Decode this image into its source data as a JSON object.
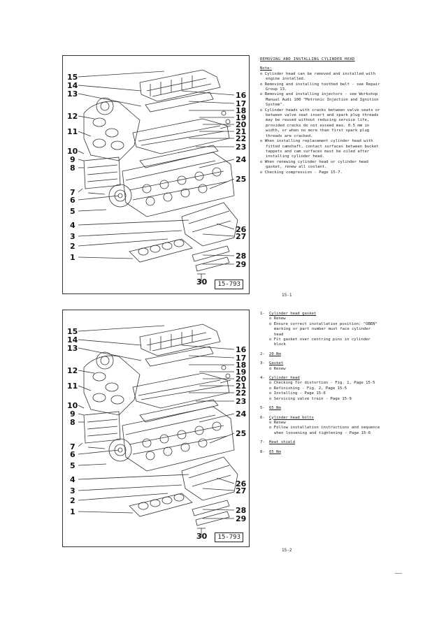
{
  "page1": {
    "diagram_tag": "15-793",
    "callouts_left": [
      "15",
      "14",
      "13",
      "12",
      "11",
      "10",
      "9",
      "8",
      "7",
      "6",
      "5",
      "4",
      "3",
      "2",
      "1"
    ],
    "callouts_right": [
      "16",
      "17",
      "18",
      "19",
      "20",
      "21",
      "22",
      "23",
      "24",
      "25",
      "26",
      "27",
      "28",
      "29"
    ],
    "callout_bottom": "30",
    "title": "REMOVING AND INSTALLING CYLINDER HEAD",
    "note_heading": "Note:",
    "notes": [
      "o Cylinder head can be removed and installed with engine installed.",
      "o Removing and installing toothed belt - see Repair Group 13.",
      "o Removing and installing injectors - see Workshop Manual Audi 100 \"Motronic Injection and Ignition System\".",
      "o Cylinder heads with cracks between valve seats or between valve seat insert and spark plug threads may be reused without reducing service life, provided cracks do not exceed max. 0.5 mm in width, or when no more than first spark plug threads are cracked.",
      "o When installing replacement cylinder head with fitted camshaft, contact surfaces between bucket tappets and cam surfaces must be oiled after installing cylinder head.",
      "o When renewing cylinder head or cylinder head gasket, renew all coolant.",
      "o Checking compression - Page 15-7."
    ],
    "page_number": "15-1"
  },
  "page2": {
    "diagram_tag": "15-793",
    "callouts_left": [
      "15",
      "14",
      "13",
      "12",
      "11",
      "10",
      "9",
      "8",
      "7",
      "6",
      "5",
      "4",
      "3",
      "2",
      "1"
    ],
    "callouts_right": [
      "16",
      "17",
      "18",
      "19",
      "20",
      "21",
      "22",
      "23",
      "24",
      "25",
      "26",
      "27",
      "28",
      "29"
    ],
    "callout_bottom": "30",
    "items": [
      {
        "num": "1-",
        "title": "Cylinder head gasket",
        "subs": [
          "o Renew",
          "o Ensure correct installation position: \"OBEN\" marking or part number must face cylinder head",
          "o Fit gasket over centring pins in cylinder block"
        ]
      },
      {
        "num": "2-",
        "title": "20 Nm",
        "subs": []
      },
      {
        "num": "3-",
        "title": "Gasket",
        "subs": [
          "o Renew"
        ]
      },
      {
        "num": "4-",
        "title": "Cylinder head",
        "subs": [
          "o Checking for distortion - Fig. 1, Page 15-5",
          "o Refinishing - Fig. 2, Page 15-5",
          "o Installing - Page 15-6",
          "o Servicing valve train - Page 15-9"
        ]
      },
      {
        "num": "5-",
        "title": "65 Nm",
        "subs": []
      },
      {
        "num": "6-",
        "title": "Cylinder head bolts",
        "subs": [
          "o Renew",
          "o Follow installation instructions and sequence when loosening and tightening - Page 15-6"
        ]
      },
      {
        "num": "7-",
        "title": "Heat shield",
        "subs": []
      },
      {
        "num": "8-",
        "title": "65 Nm",
        "subs": []
      }
    ],
    "page_number": "15-2"
  }
}
